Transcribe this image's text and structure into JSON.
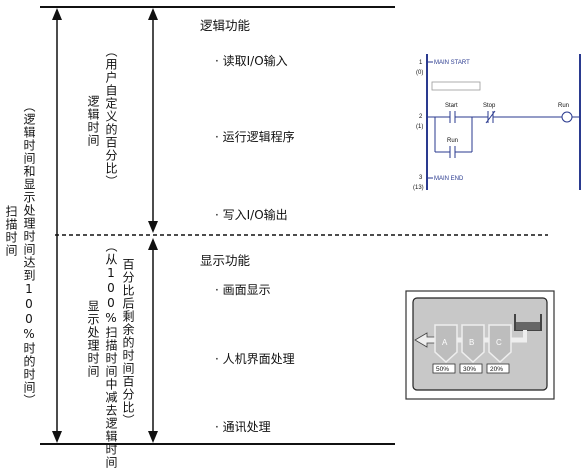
{
  "scan_time": {
    "title": "扫描时间",
    "subtitle": "（逻辑时间和显示处理时间达到100%时的时间）"
  },
  "logic_time": {
    "title": "逻辑时间",
    "subtitle": "（用户自定义的百分比）"
  },
  "display_time": {
    "title": "显示处理时间",
    "subtitle": "（从100%扫描时间中减去逻辑时间",
    "subtitle2": "百分比后剩余的时间百分比）"
  },
  "logic_section": {
    "heading": "逻辑功能",
    "items": [
      "· 读取I/O输入",
      "· 运行逻辑程序",
      "· 写入I/O输出"
    ]
  },
  "display_section": {
    "heading": "显示功能",
    "items": [
      "· 画面显示",
      "· 人机界面处理",
      "· 通讯处理"
    ]
  },
  "ladder": {
    "rung1_num": "1",
    "rung1_sub": "(0)",
    "rung1_label": "MAIN START",
    "rung2_num": "2",
    "rung2_sub": "(1)",
    "contact_start": "Start",
    "contact_stop": "Stop",
    "coil_run": "Run",
    "contact_run": "Run",
    "rung3_num": "3",
    "rung3_sub": "(13)",
    "rung3_label": "MAIN END"
  },
  "hmi": {
    "tank_a": "A",
    "tank_b": "B",
    "tank_c": "C",
    "tank_a_pct": "50%",
    "tank_b_pct": "30%",
    "tank_c_pct": "20%"
  },
  "colors": {
    "line": "#111111",
    "ladder_blue": "#2a3a8f",
    "panel_gray": "#c8c8c8",
    "tank_gray": "#bdbdbd"
  }
}
